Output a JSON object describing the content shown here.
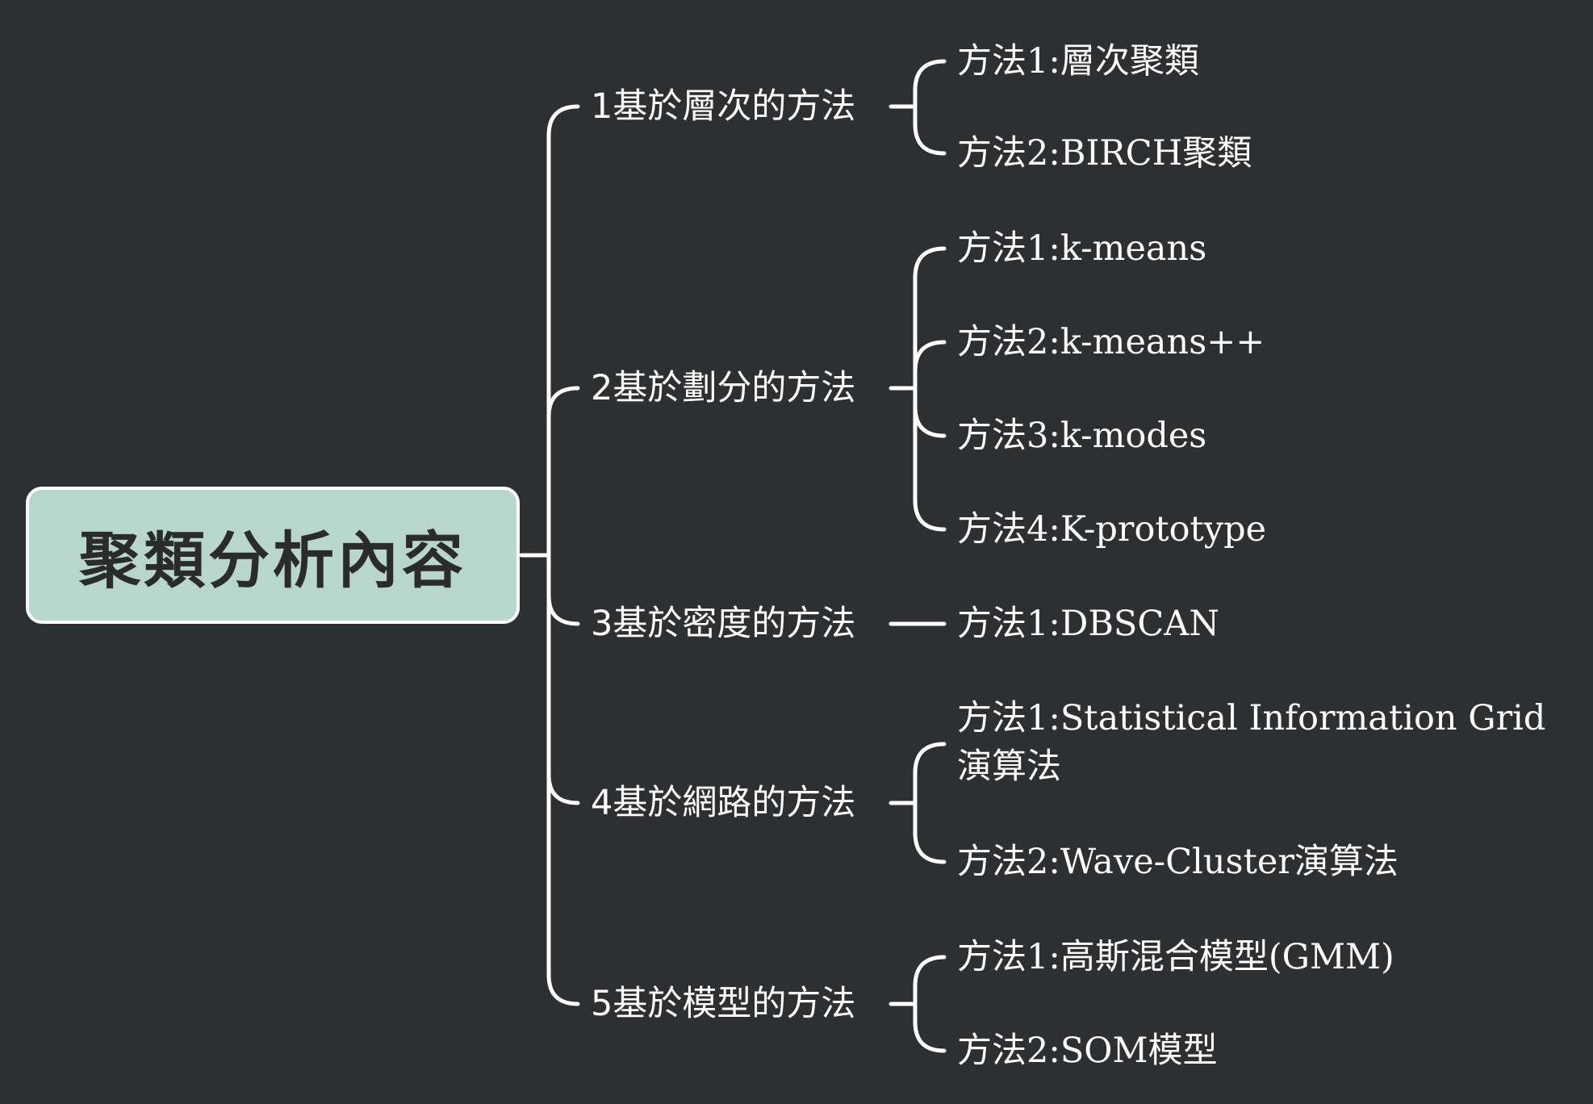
{
  "colors": {
    "background": "#2e2f31",
    "root_fill": "#b9d6cc",
    "root_text": "#2a2b2b",
    "line": "#ffffff",
    "text": "#ffffff"
  },
  "root": {
    "label": "聚類分析內容"
  },
  "branches": [
    {
      "label": "1基於層次的方法",
      "children": [
        {
          "label": "方法1:層次聚類"
        },
        {
          "label": "方法2:BIRCH聚類"
        }
      ]
    },
    {
      "label": "2基於劃分的方法",
      "children": [
        {
          "label": "方法1:k-means"
        },
        {
          "label": "方法2:k-means++"
        },
        {
          "label": "方法3:k-modes"
        },
        {
          "label": "方法4:K-prototype"
        }
      ]
    },
    {
      "label": "3基於密度的方法",
      "children": [
        {
          "label": "方法1:DBSCAN"
        }
      ]
    },
    {
      "label": "4基於網路的方法",
      "children": [
        {
          "label": "方法1:Statistical Information Grid",
          "label_line2": "演算法"
        },
        {
          "label": "方法2:Wave-Cluster演算法"
        }
      ]
    },
    {
      "label": "5基於模型的方法",
      "children": [
        {
          "label": "方法1:高斯混合模型(GMM)"
        },
        {
          "label": "方法2:SOM模型"
        }
      ]
    }
  ]
}
